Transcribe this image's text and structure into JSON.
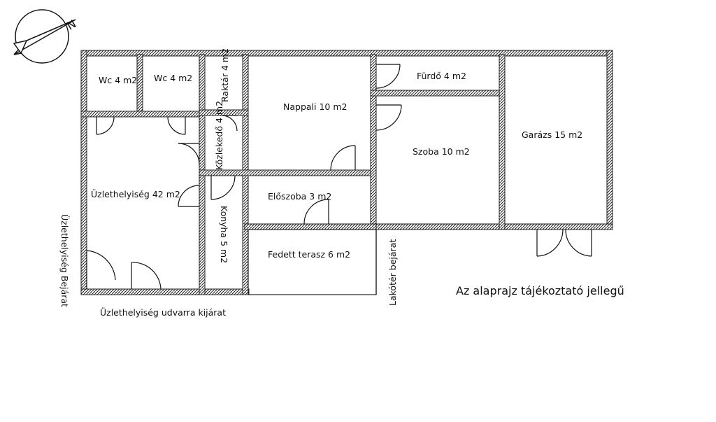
{
  "rooms": {
    "wc1": "Wc 4 m2",
    "wc2": "Wc 4 m2",
    "raktar": "Raktár 4 m2",
    "nappali": "Nappali 10 m2",
    "furdo": "Fürdő 4 m2",
    "szoba": "Szoba 10 m2",
    "garazs": "Garázs 15 m2",
    "kozlekedo": "Közlekedő 4 m2",
    "uzlethelyiseg": "Üzlethelyiség 42 m2",
    "konyha": "Konyha 5 m2",
    "eloszoba": "Előszoba 3 m2",
    "terasz": "Fedett terasz 6 m2"
  },
  "labels": {
    "shop_entrance": "Üzlethelyiség Bejárat",
    "shop_yard_exit": "Üzlethelyiség udvarra kijárat",
    "residence_entrance": "Lakótér bejárat",
    "disclaimer": "Az alaprajz tájékoztató jellegű"
  },
  "compass": {
    "icon": "north-arrow-icon",
    "letter": "N"
  }
}
